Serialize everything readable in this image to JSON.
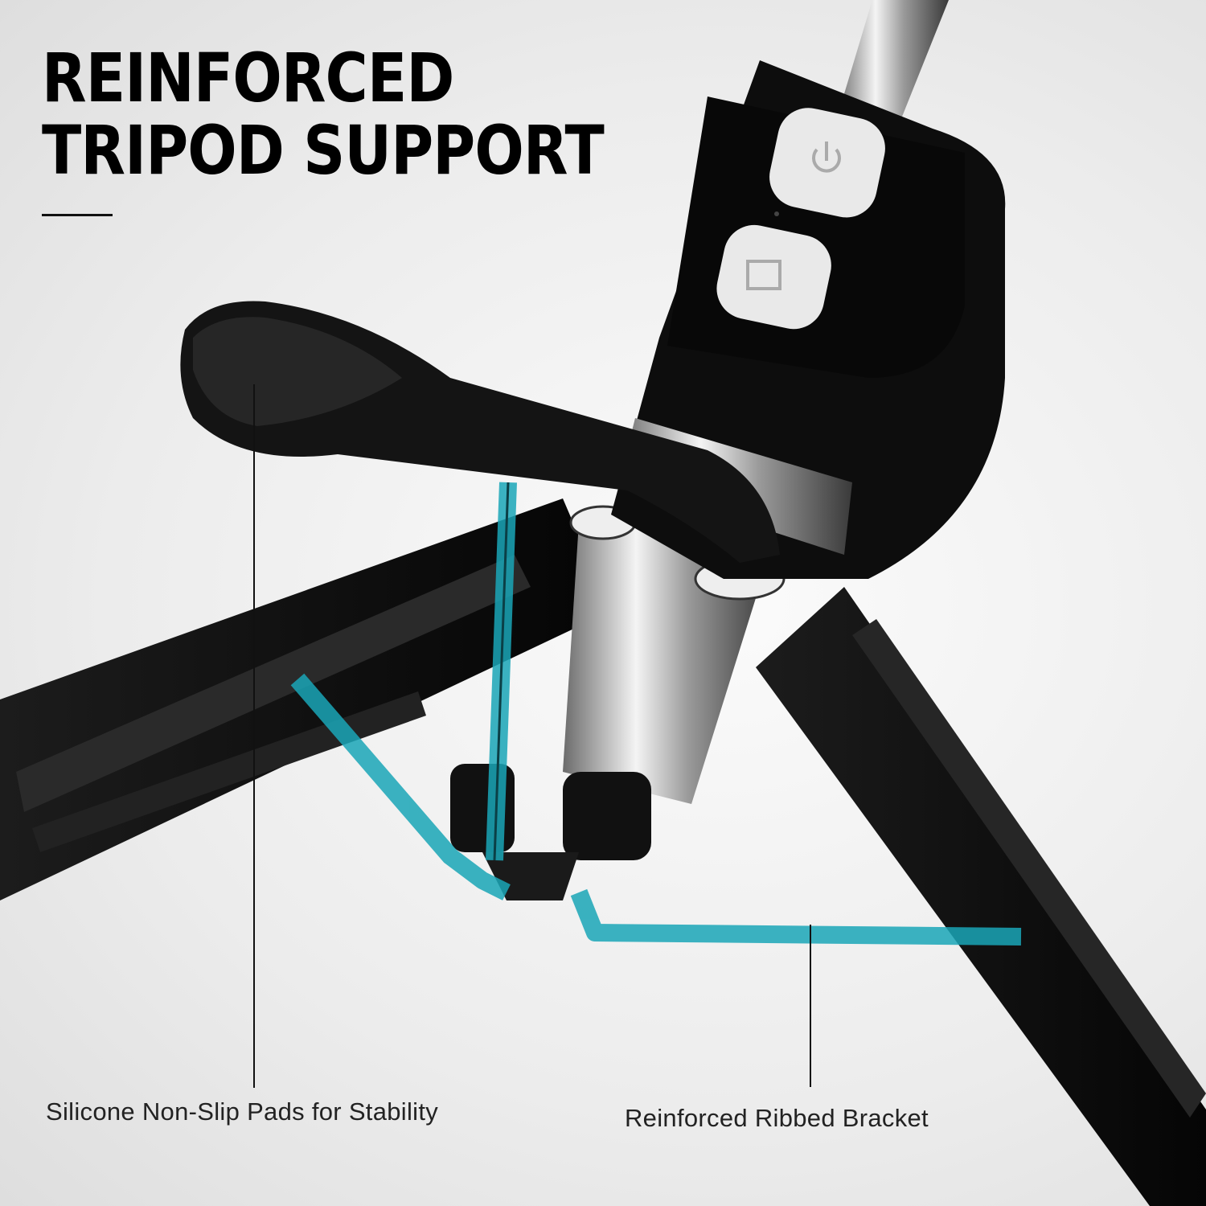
{
  "headline": {
    "line1": "REINFORCED",
    "line2": "TRIPOD SUPPORT"
  },
  "callouts": [
    {
      "label": "Silicone Non-Slip Pads for Stability"
    },
    {
      "label": "Reinforced Ribbed Bracket"
    }
  ],
  "colors": {
    "accent": "#1aa6b7",
    "product": "#111111",
    "background": "#efefef"
  },
  "icons": [
    "power-icon",
    "shutter-icon"
  ]
}
